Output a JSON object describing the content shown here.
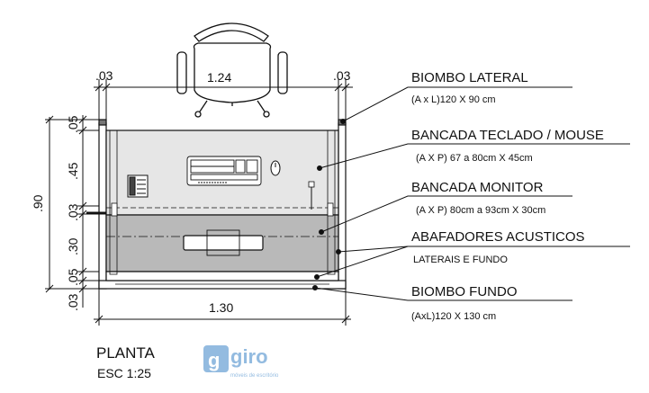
{
  "plan": {
    "title": "PLANTA",
    "scale": "ESC 1:25"
  },
  "logo": {
    "text": "giro",
    "subtext": "móveis de escritório",
    "color": "#6fa5d6"
  },
  "dimensions": {
    "top_left": ".03",
    "top_width": "1.24",
    "top_right": ".03",
    "bottom_width": "1.30",
    "total_depth": ".90",
    "left_stack": [
      ".05",
      ".45",
      ".03",
      ".30",
      ".05",
      ".03"
    ]
  },
  "labels": [
    {
      "title": "BIOMBO LATERAL",
      "detail": "(A x L)120 X 90 cm"
    },
    {
      "title": "BANCADA TECLADO / MOUSE",
      "detail": "(A X P) 67 a 80cm X 45cm"
    },
    {
      "title": "BANCADA MONITOR",
      "detail": "(A X P) 80cm a 93cm X 30cm"
    },
    {
      "title": "ABAFADORES ACUSTICOS",
      "detail": "LATERAIS E FUNDO"
    },
    {
      "title": "BIOMBO FUNDO",
      "detail": "(AxL)120 X 130 cm"
    }
  ],
  "colors": {
    "keyboard_desk": "#e6e6e6",
    "monitor_desk": "#b9b9b9",
    "line": "#111111"
  }
}
